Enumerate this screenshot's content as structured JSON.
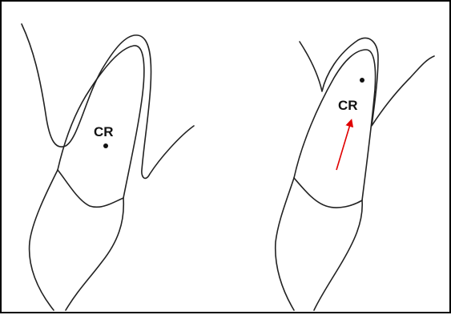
{
  "panels": [
    {
      "id": "left",
      "cr_label": "CR"
    },
    {
      "id": "right",
      "cr_label": "CR"
    }
  ],
  "colors": {
    "outline": "#222222",
    "arrow": "#e00000",
    "background": "#ffffff"
  }
}
